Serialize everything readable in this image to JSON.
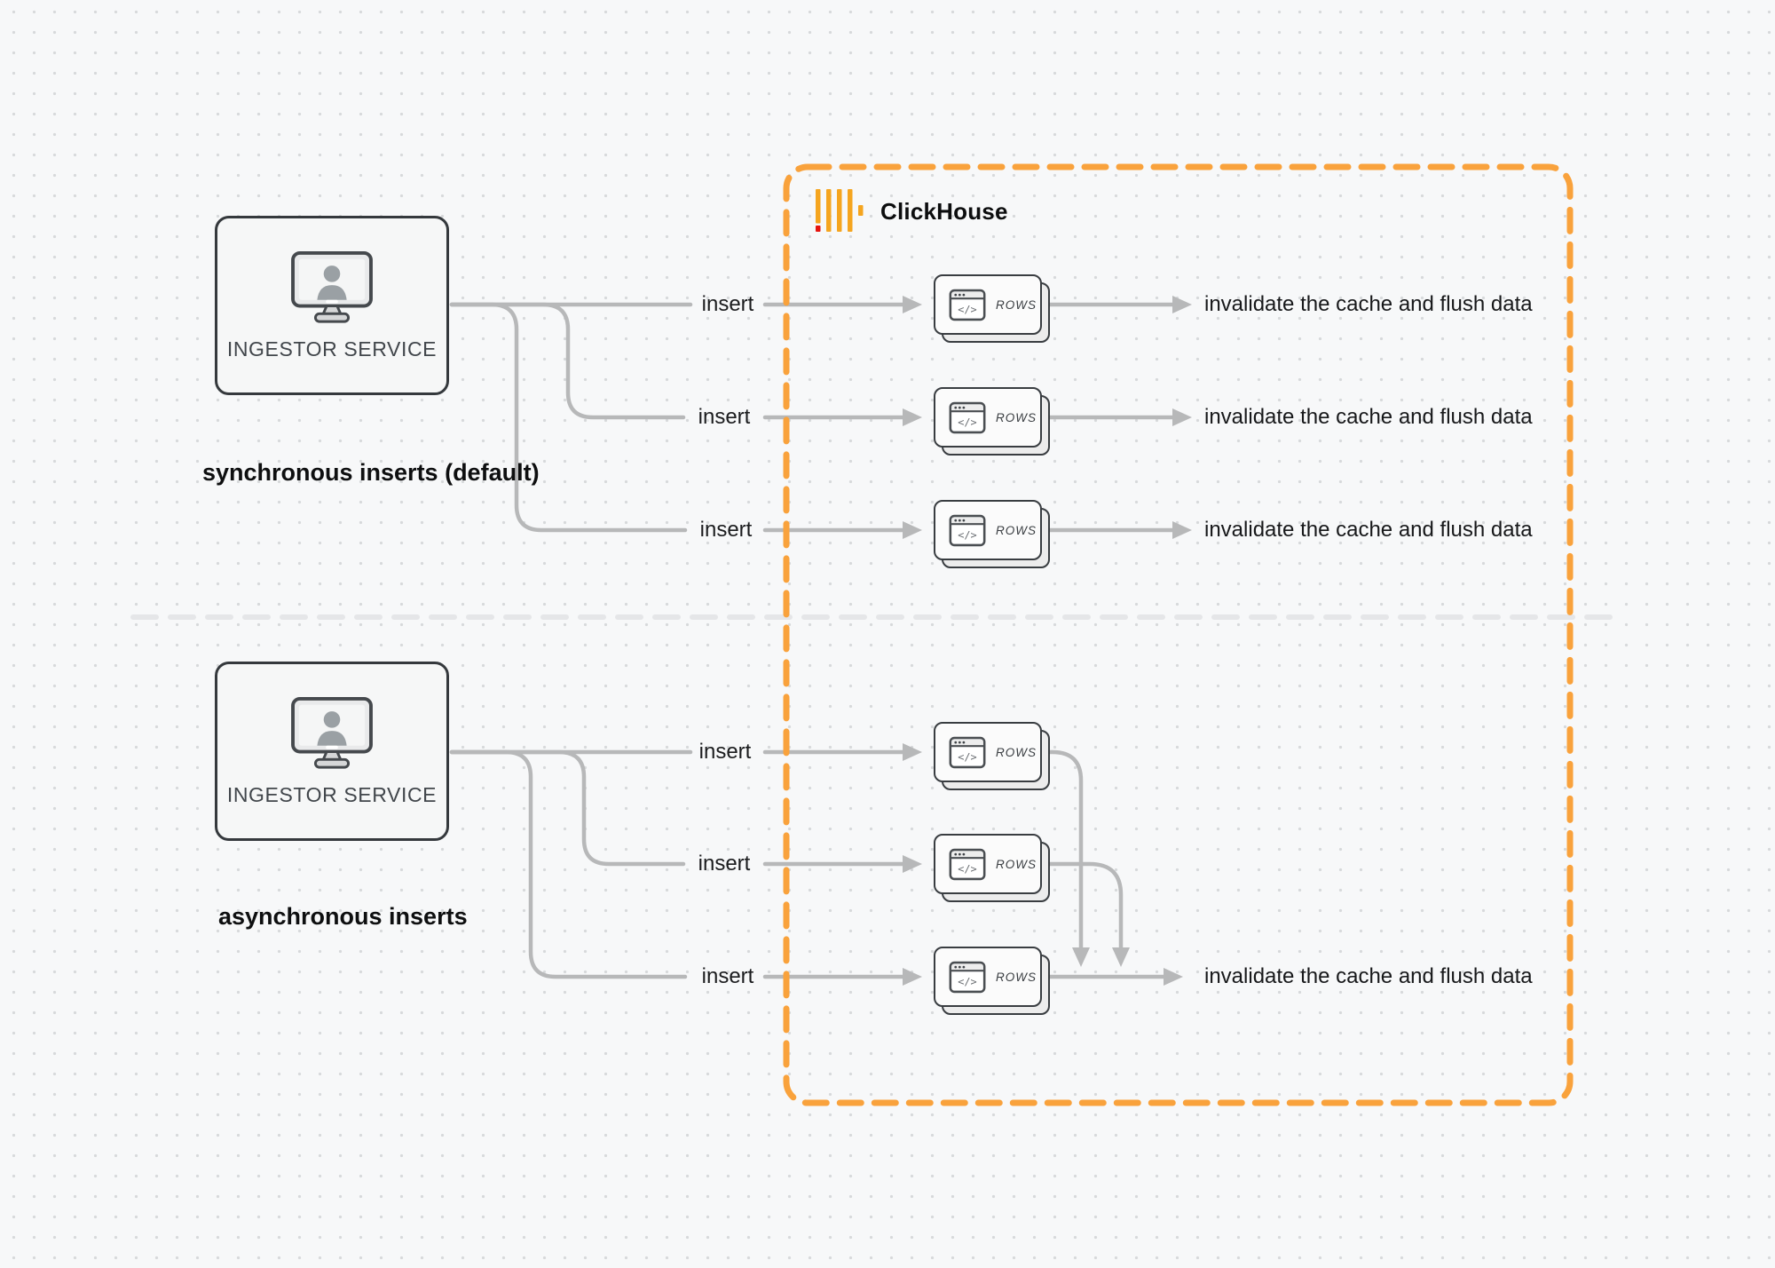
{
  "clickhouse": {
    "brand": "ClickHouse"
  },
  "icons": {
    "code_glyph": "</>"
  },
  "sync_section": {
    "service_label": "INGESTOR SERVICE",
    "caption": "synchronous inserts (default)",
    "lanes": [
      {
        "action": "insert",
        "store": "ROWS",
        "result": "invalidate the cache and flush data"
      },
      {
        "action": "insert",
        "store": "ROWS",
        "result": "invalidate the cache and flush data"
      },
      {
        "action": "insert",
        "store": "ROWS",
        "result": "invalidate the cache and flush data"
      }
    ]
  },
  "async_section": {
    "service_label": "INGESTOR SERVICE",
    "caption": "asynchronous inserts",
    "lanes": [
      {
        "action": "insert",
        "store": "ROWS"
      },
      {
        "action": "insert",
        "store": "ROWS"
      },
      {
        "action": "insert",
        "store": "ROWS"
      }
    ],
    "result": "invalidate the cache and flush data"
  },
  "colors": {
    "accent_orange": "#F9A23C",
    "logo_yellow": "#F5A51F",
    "logo_red": "#E6140E",
    "connector_gray": "#b7b8b9",
    "divider_gray": "#e5e6e8"
  }
}
